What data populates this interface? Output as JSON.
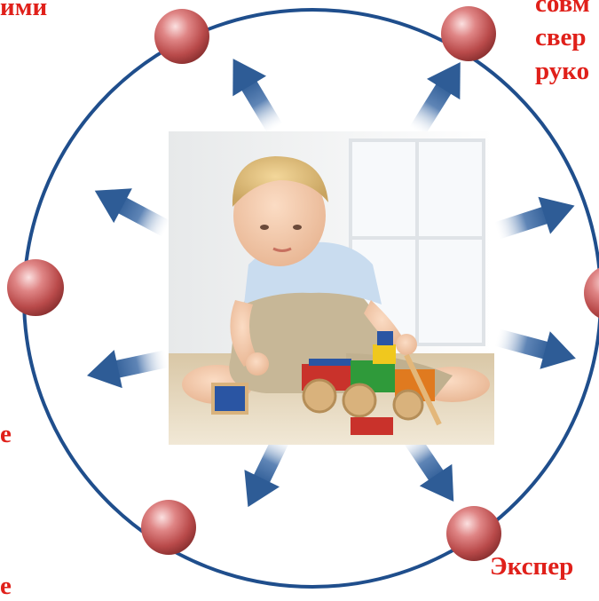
{
  "labels": {
    "top_left": "ими",
    "top_right_1": "совм",
    "top_right_2": "свер",
    "top_right_3": "руко",
    "left_1": "е",
    "left_2": "е",
    "bottom_right": "Экспер"
  },
  "colors": {
    "label_text": "#e0201a",
    "circle_stroke": "#1f4e8c",
    "arrow_fill": "#3e6aa3",
    "node_fill": "#c94e4e"
  },
  "photo": {
    "subject": "child-playing-with-toy-blocks-icon"
  }
}
